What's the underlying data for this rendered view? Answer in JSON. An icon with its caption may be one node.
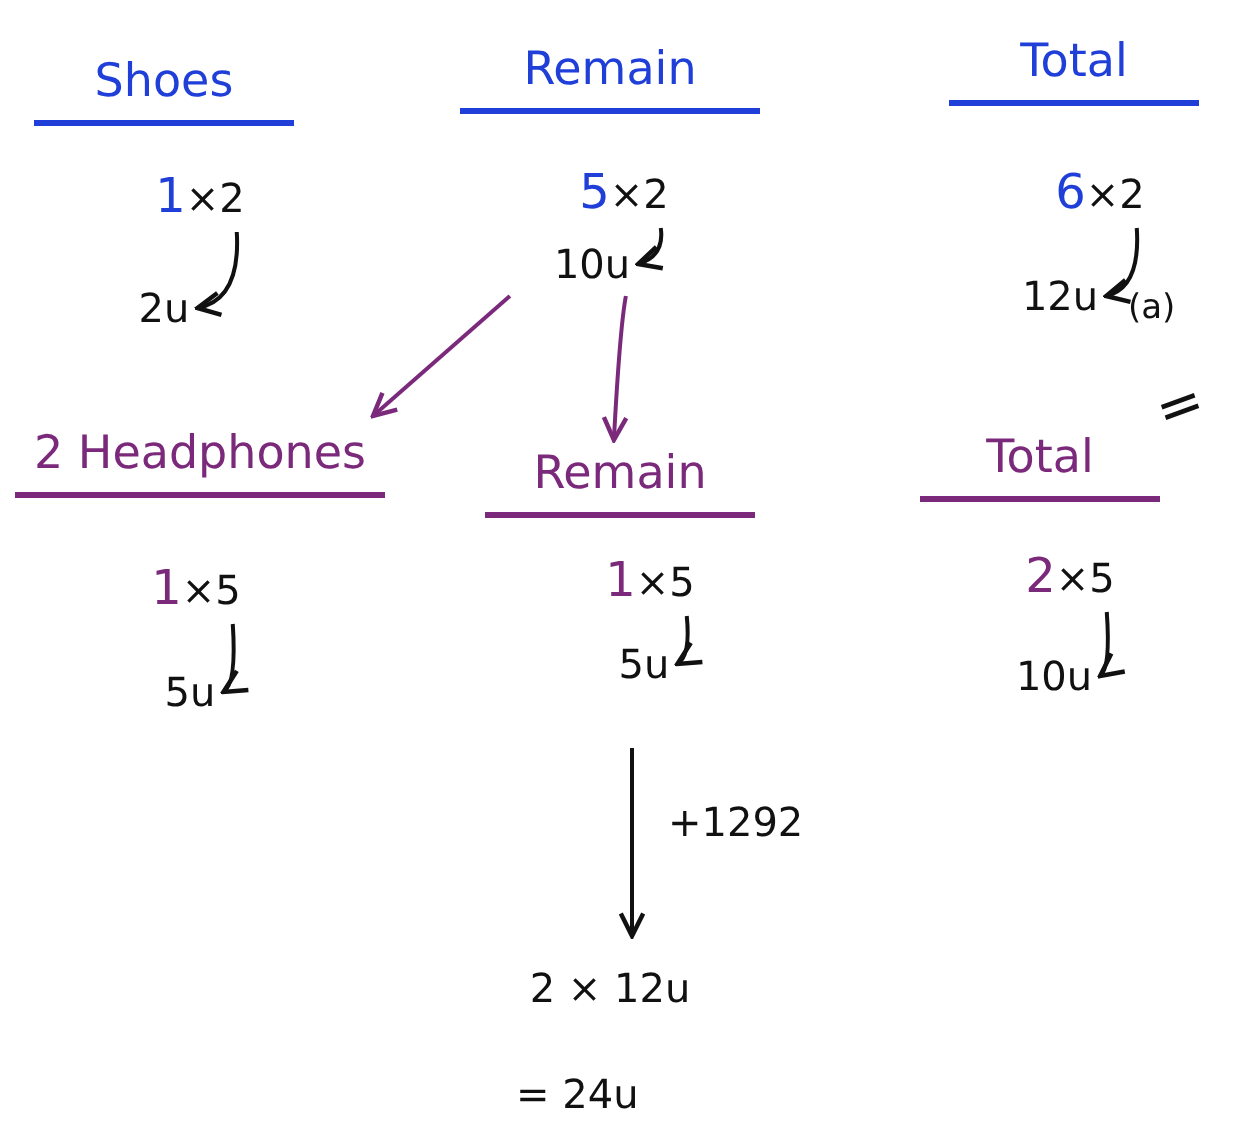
{
  "diagram": {
    "nodes": [
      {
        "text": [
          "Shoes"
        ]
      },
      {
        "text": [
          "Remain"
        ]
      },
      {
        "text": [
          "Total"
        ]
      },
      {
        "text": [
          "1",
          "×2"
        ]
      },
      {
        "text": [
          "2u"
        ]
      },
      {
        "text": [
          "5",
          "×2"
        ]
      },
      {
        "text": [
          "10u"
        ]
      },
      {
        "text": [
          "6",
          "×2"
        ]
      },
      {
        "text": [
          "12u"
        ],
        "beside": [
          "(a)"
        ]
      },
      {
        "text": [
          "2 Headphones"
        ]
      },
      {
        "text": [
          "Remain"
        ]
      },
      {
        "text": [
          "Total"
        ]
      },
      {
        "text": [
          "1",
          "×5"
        ]
      },
      {
        "text": [
          "5u"
        ]
      },
      {
        "text": [
          "1",
          "×5"
        ]
      },
      {
        "text": [
          "5u"
        ]
      },
      {
        "text": [
          "2",
          "×5"
        ]
      },
      {
        "text": [
          "10u"
        ]
      },
      {
        "text": [
          "2 × 12u"
        ]
      }
    ],
    "edges": [
      {
        "from": 3,
        "to": 4,
        "arrow": "to"
      },
      {
        "from": 5,
        "to": 6,
        "arrow": "to"
      },
      {
        "from": 7,
        "to": 8,
        "arrow": "to"
      },
      {
        "from": 6,
        "to": 9,
        "arrow": "to",
        "color": "#7b2a7b"
      },
      {
        "from": 6,
        "to": 10,
        "arrow": "to",
        "color": "#7b2a7b"
      },
      {
        "from": 12,
        "to": 13,
        "arrow": "to"
      },
      {
        "from": 14,
        "to": 15,
        "arrow": "to"
      },
      {
        "from": 16,
        "to": 17,
        "arrow": "to"
      },
      {
        "from": 15,
        "to": 18,
        "arrow": "to",
        "label": "+1292"
      }
    ],
    "labels": [
      "=",
      "= 24u"
    ]
  }
}
